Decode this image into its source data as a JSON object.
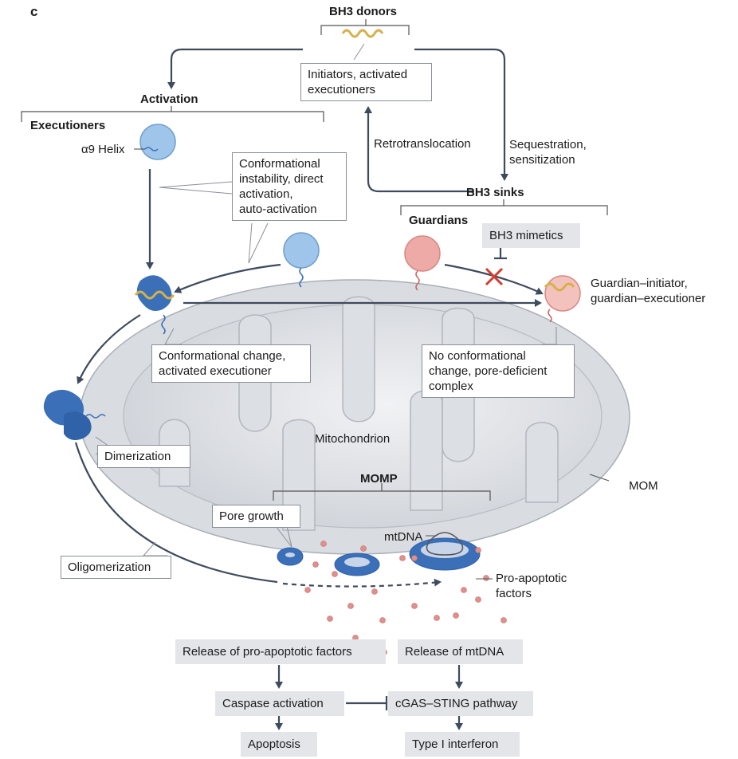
{
  "panel_label": "c",
  "top": {
    "bh3_donors": "BH3 donors",
    "initiators": "Initiators, activated\nexecutioners"
  },
  "left": {
    "activation": "Activation",
    "executioners": "Executioners",
    "helix": "α9 Helix"
  },
  "right": {
    "sequestration": "Sequestration,\nsensitization",
    "retrotranslocation": "Retrotranslocation",
    "bh3_sinks": "BH3 sinks",
    "guardians": "Guardians",
    "bh3_mimetics": "BH3 mimetics",
    "guardian_complex": "Guardian–initiator,\nguardian–executioner"
  },
  "callouts": {
    "instability": "Conformational\ninstability, direct\nactivation,\nauto-activation",
    "conf_change": "Conformational change,\nactivated executioner",
    "no_conf_change": "No conformational\nchange, pore-deficient\ncomplex",
    "dimerization": "Dimerization",
    "pore_growth": "Pore growth",
    "oligomerization": "Oligomerization"
  },
  "mito": {
    "mitochondrion": "Mitochondrion",
    "mom": "MOM",
    "momp": "MOMP",
    "mtdna": "mtDNA",
    "pro_apoptotic": "Pro-apoptotic\nfactors"
  },
  "flow": {
    "release_factors": "Release of pro-apoptotic factors",
    "release_mtdna": "Release of mtDNA",
    "caspase": "Caspase activation",
    "cgas": "cGAS–STING pathway",
    "apoptosis": "Apoptosis",
    "interferon": "Type I interferon"
  },
  "colors": {
    "arrow": "#3e4a5e",
    "executioner": "#3b70b8",
    "executioner_light": "#9fc6ea",
    "guardian": "#eeaaa6",
    "bh3": "#d6b14a",
    "mito_outer": "#d9dce1",
    "mito_inner": "#c7cbd2",
    "factor": "#e0908c"
  }
}
